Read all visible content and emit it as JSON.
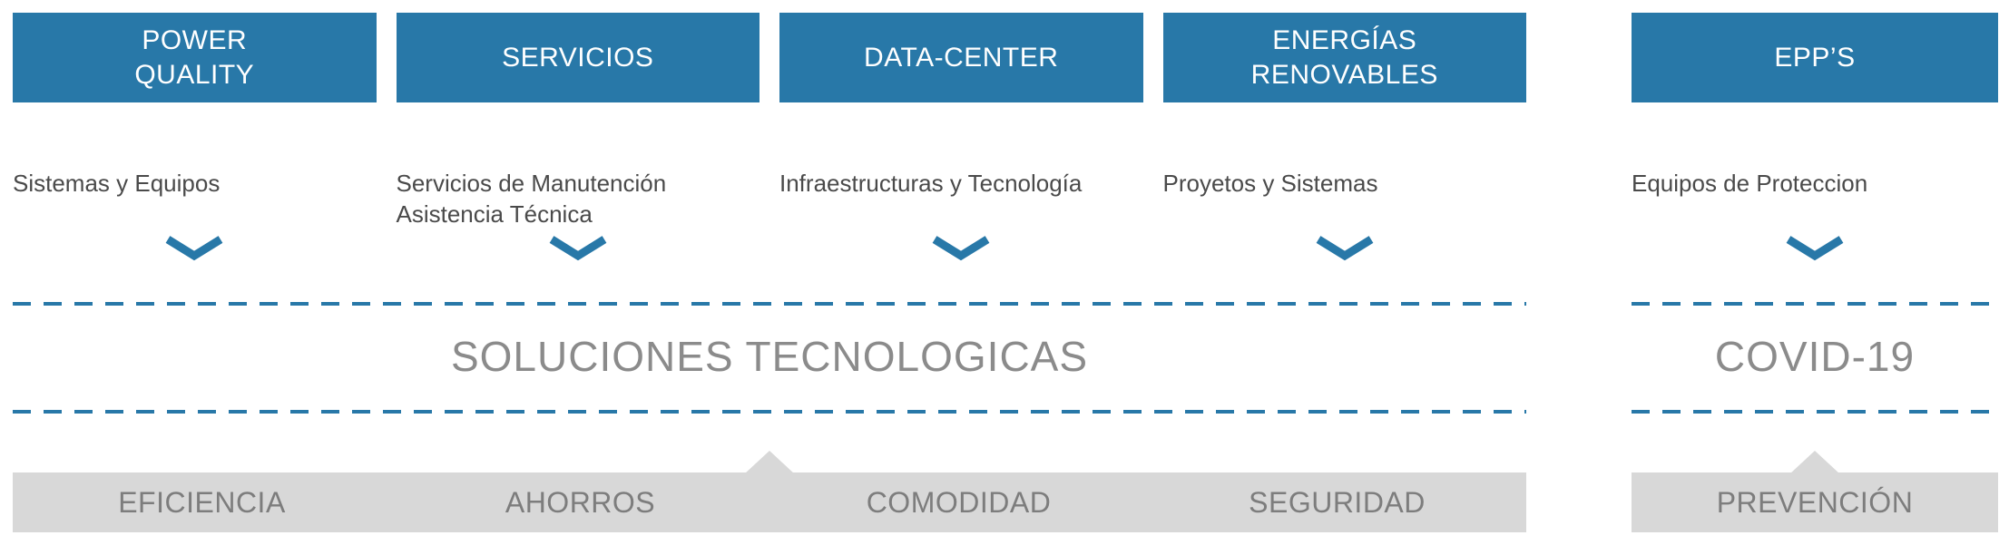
{
  "colors": {
    "primary_blue": "#2878a8",
    "bar_gray": "#d8d8d8",
    "heading_gray": "#8b8b8b",
    "subtitle_gray": "#4a4a4a",
    "bar_text_gray": "#7d7d7d"
  },
  "columns": [
    {
      "id": "power-quality",
      "title_lines": [
        "POWER",
        "QUALITY"
      ],
      "subtitle_lines": [
        "Sistemas y Equipos"
      ]
    },
    {
      "id": "servicios",
      "title_lines": [
        "SERVICIOS"
      ],
      "subtitle_lines": [
        "Servicios de Manutención",
        "Asistencia Técnica"
      ]
    },
    {
      "id": "data-center",
      "title_lines": [
        "DATA-CENTER"
      ],
      "subtitle_lines": [
        "Infraestructuras y Tecnología"
      ]
    },
    {
      "id": "energias-renovables",
      "title_lines": [
        "ENERGÍAS",
        "RENOVABLES"
      ],
      "subtitle_lines": [
        "Proyetos y Sistemas"
      ]
    },
    {
      "id": "epps",
      "title_lines": [
        "EPP’S"
      ],
      "subtitle_lines": [
        "Equipos de Proteccion"
      ]
    }
  ],
  "groups": {
    "left": {
      "heading": "SOLUCIONES TECNOLOGICAS",
      "bar_labels": [
        "EFICIENCIA",
        "AHORROS",
        "COMODIDAD",
        "SEGURIDAD"
      ]
    },
    "right": {
      "heading": "COVID-19",
      "bar_labels": [
        "PREVENCIÓN"
      ]
    }
  }
}
